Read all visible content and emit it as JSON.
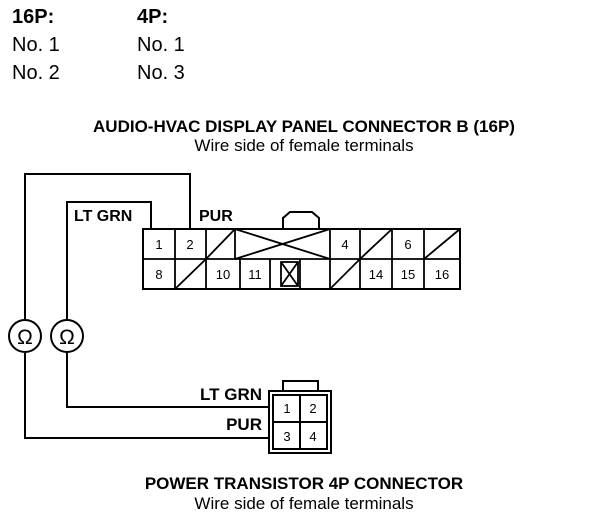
{
  "pin_table": {
    "headers": [
      "16P:",
      "4P:"
    ],
    "rows": [
      [
        "No. 1",
        "No. 1"
      ],
      [
        "No. 2",
        "No. 3"
      ]
    ]
  },
  "connector_b": {
    "title": "AUDIO-HVAC DISPLAY PANEL CONNECTOR B (16P)",
    "subtitle": "Wire side of female terminals",
    "wire_labels": [
      "LT GRN",
      "PUR"
    ],
    "top_row": [
      "1",
      "2",
      "",
      "",
      "",
      "4",
      "",
      "6",
      ""
    ],
    "bottom_row": [
      "8",
      "",
      "10",
      "11",
      "",
      "",
      "14",
      "15",
      "16"
    ]
  },
  "connector_4p": {
    "title": "POWER TRANSISTOR 4P CONNECTOR",
    "subtitle": "Wire side of female terminals",
    "wire_labels": [
      "LT GRN",
      "PUR"
    ],
    "pins": [
      "1",
      "2",
      "3",
      "4"
    ]
  },
  "meters": {
    "symbol": "Ω",
    "count": 2
  }
}
